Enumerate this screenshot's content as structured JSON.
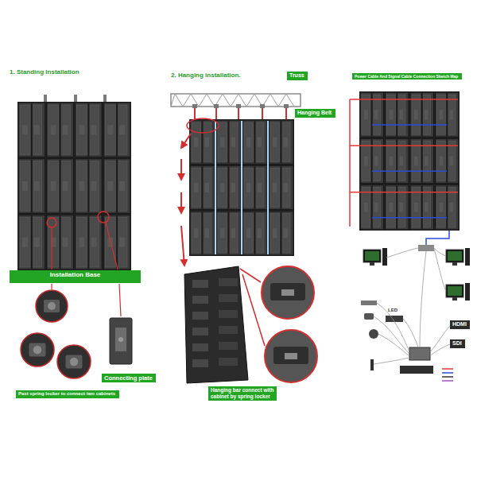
{
  "diagram": {
    "nodes": [
      {
        "text": [
          "Installation Base"
        ]
      },
      {
        "text": [
          "Past spring locker to connect two cabinets"
        ]
      },
      {
        "text": [
          "Connecting plate"
        ]
      },
      {
        "text": [
          "Truss"
        ]
      },
      {
        "text": [
          "Hanging Belt"
        ]
      },
      {
        "text": [
          "Hanging bar connect with cabinet by spring locker"
        ]
      },
      {
        "text": [
          "Power Cable And Signal Cable Connection Sketch Map"
        ]
      },
      {
        "text": [
          "HDMI"
        ]
      },
      {
        "text": [
          "SDI"
        ]
      }
    ],
    "labels": [
      "1. Standing Installation",
      "2. Hanging installation.",
      "LED"
    ]
  }
}
